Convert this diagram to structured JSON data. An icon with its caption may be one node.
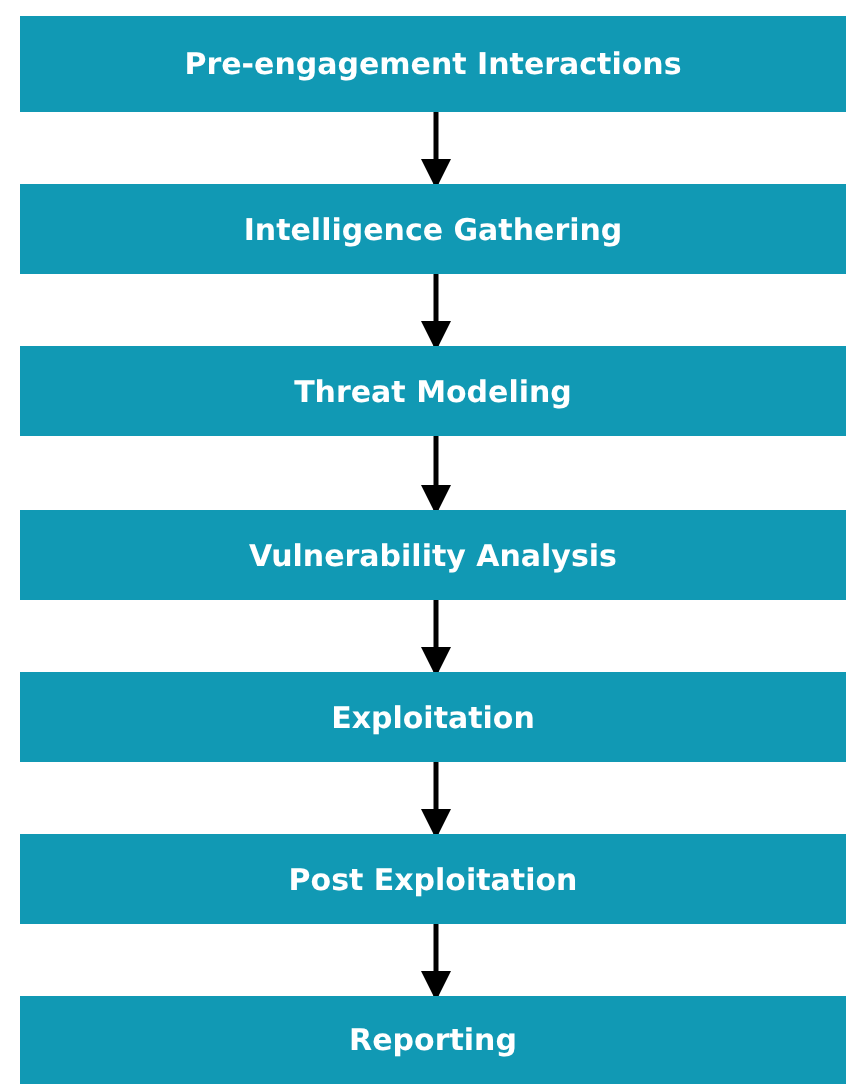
{
  "diagram": {
    "nodes": [
      {
        "text": [
          "Pre-engagement Interactions"
        ]
      },
      {
        "text": [
          "Intelligence Gathering"
        ]
      },
      {
        "text": [
          "Threat Modeling"
        ]
      },
      {
        "text": [
          "Vulnerability Analysis"
        ]
      },
      {
        "text": [
          "Exploitation"
        ]
      },
      {
        "text": [
          "Post Exploitation"
        ]
      },
      {
        "text": [
          "Reporting"
        ]
      }
    ],
    "edges": [
      {
        "from": 0,
        "to": 1,
        "arrow": "to"
      },
      {
        "from": 1,
        "to": 2,
        "arrow": "to"
      },
      {
        "from": 2,
        "to": 3,
        "arrow": "to"
      },
      {
        "from": 3,
        "to": 4,
        "arrow": "to"
      },
      {
        "from": 4,
        "to": 5,
        "arrow": "to"
      },
      {
        "from": 5,
        "to": 6,
        "arrow": "to"
      }
    ]
  }
}
